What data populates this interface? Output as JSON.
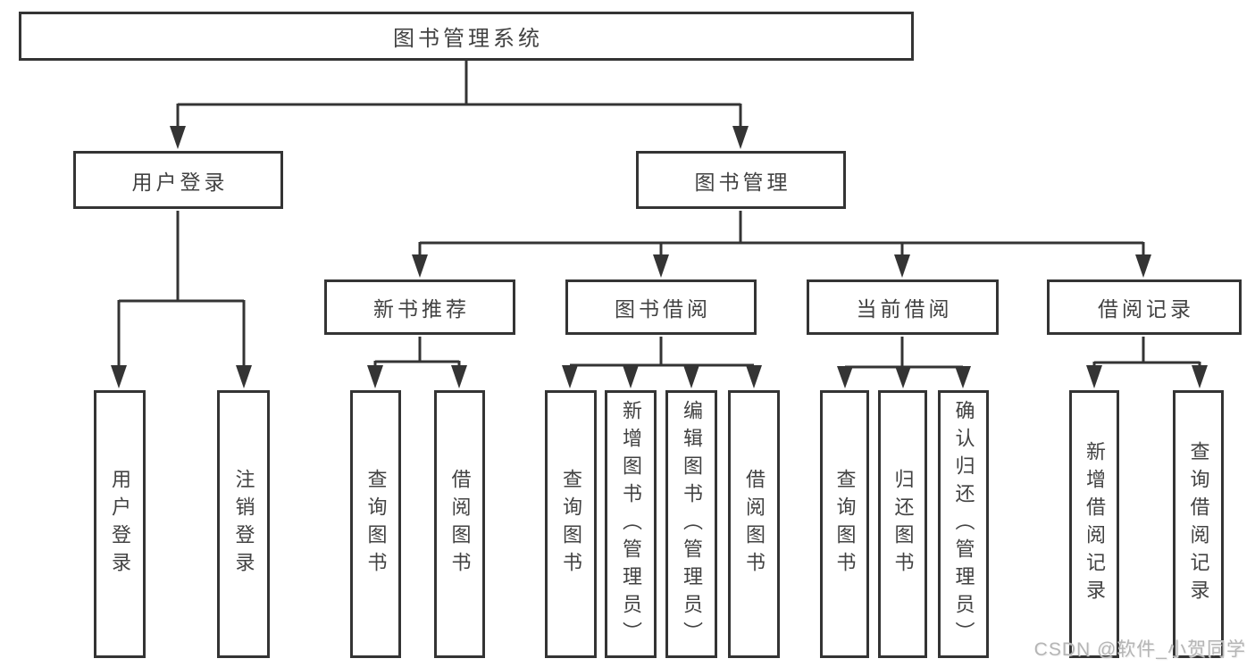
{
  "diagram": {
    "title": "图书管理系统",
    "line_color": "#343434",
    "text_color": "#424242",
    "root": {
      "label": "图书管理系统"
    },
    "level2": {
      "user_login": {
        "label": "用户登录"
      },
      "book_management": {
        "label": "图书管理"
      }
    },
    "level3": {
      "new_book_recommend": {
        "label": "新书推荐"
      },
      "book_borrow": {
        "label": "图书借阅"
      },
      "current_borrow": {
        "label": "当前借阅"
      },
      "borrow_records": {
        "label": "借阅记录"
      }
    },
    "leaves": {
      "user_login": {
        "label": "用户登录"
      },
      "logout": {
        "label": "注销登录"
      },
      "query_books_1": {
        "label": "查询图书"
      },
      "borrow_books_1": {
        "label": "借阅图书"
      },
      "query_books_2": {
        "label": "查询图书"
      },
      "add_books_admin": {
        "label": "新增图书（管理员）"
      },
      "edit_books_admin": {
        "label": "编辑图书（管理员）"
      },
      "borrow_books_2": {
        "label": "借阅图书"
      },
      "query_books_3": {
        "label": "查询图书"
      },
      "return_books": {
        "label": "归还图书"
      },
      "confirm_return_admin": {
        "label": "确认归还（管理员）"
      },
      "add_borrow_record": {
        "label": "新增借阅记录"
      },
      "query_borrow_record": {
        "label": "查询借阅记录"
      }
    }
  },
  "watermark": {
    "text": "CSDN @软件_小贺同学",
    "color": "#b5b5b5"
  }
}
